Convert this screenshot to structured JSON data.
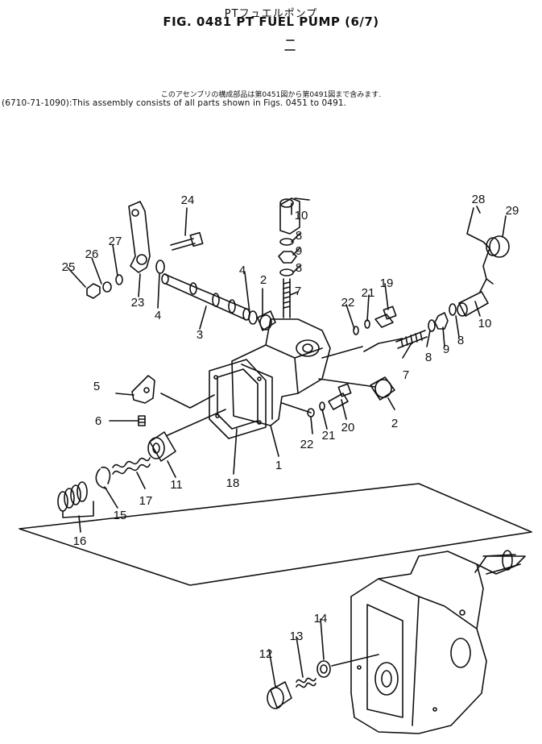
{
  "header": {
    "title_jp": "PTフュエルポンプ",
    "title": "FIG. 0481  PT FUEL PUMP (6/7)"
  },
  "note": {
    "jp": "このアセンブリの構成部品は第0451図から第0491図まで含みます.",
    "en": "(6710-71-1090):This assembly consists of all parts shown in Figs. 0451 to 0491."
  },
  "callouts": [
    "1",
    "2",
    "2",
    "3",
    "4",
    "4",
    "5",
    "6",
    "7",
    "7",
    "8",
    "8",
    "8",
    "8",
    "9",
    "9",
    "10",
    "10",
    "11",
    "12",
    "13",
    "14",
    "15",
    "16",
    "17",
    "18",
    "19",
    "20",
    "21",
    "21",
    "22",
    "22",
    "23",
    "24",
    "25",
    "26",
    "27",
    "28",
    "29"
  ]
}
